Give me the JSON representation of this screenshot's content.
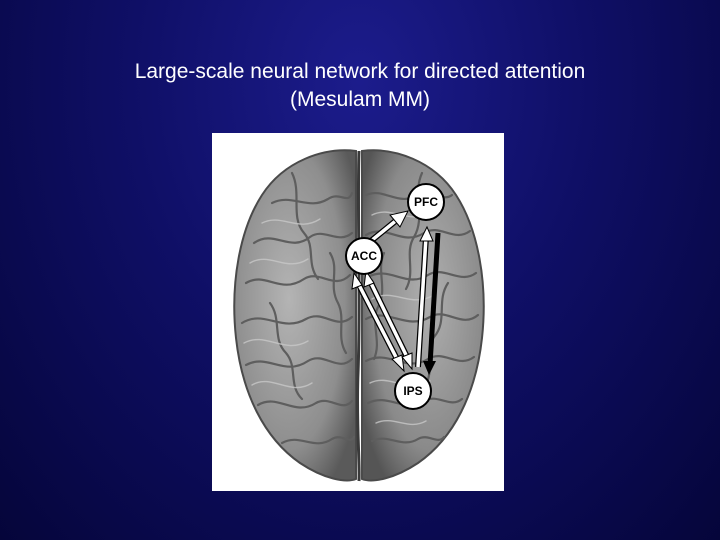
{
  "title": {
    "line1": "Large-scale neural network for directed attention",
    "line2": "(Mesulam MM)"
  },
  "diagram": {
    "nodes": {
      "pfc": "PFC",
      "acc": "ACC",
      "ips": "IPS"
    }
  },
  "colors": {
    "background": "#0f0f66",
    "title_text": "#ffffff",
    "brain": "#9a9a9a",
    "node_fill": "#ffffff"
  }
}
